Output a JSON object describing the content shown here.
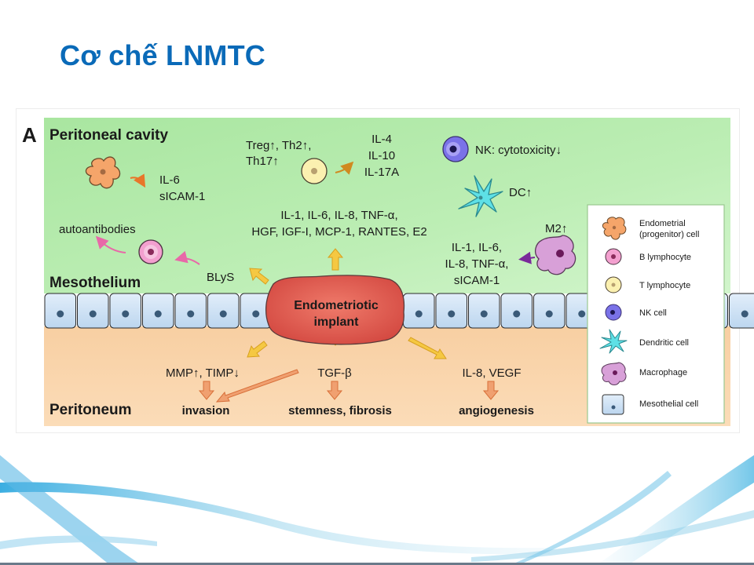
{
  "slide": {
    "title": "Cơ chế LNMTC"
  },
  "figure": {
    "panel_label": "A",
    "regions": {
      "peritoneal_cavity": "Peritoneal cavity",
      "mesothelium": "Mesothelium",
      "peritoneum": "Peritoneum"
    },
    "implant": {
      "line1": "Endometriotic",
      "line2": "implant"
    },
    "cavity_labels": {
      "endometrial_out_1": "IL-6",
      "endometrial_out_2": "sICAM-1",
      "t_cell_1": "Treg↑, Th2↑,",
      "t_cell_2": "Th17↑",
      "t_out_1": "IL-4",
      "t_out_2": "IL-10",
      "t_out_3": "IL-17A",
      "nk": "NK: cytotoxicity↓",
      "dc": "DC↑",
      "m2": "M2↑",
      "m2_out_1": "IL-1, IL-6,",
      "m2_out_2": "IL-8, TNF-α,",
      "m2_out_3": "sICAM-1",
      "implant_up_1": "IL-1, IL-6, IL-8, TNF-α,",
      "implant_up_2": "HGF, IGF-I, MCP-1, RANTES, E2",
      "autoantibodies": "autoantibodies",
      "blys": "BLyS"
    },
    "peritoneum_labels": {
      "mmp": "MMP↑, TIMP↓",
      "invasion": "invasion",
      "tgf": "TGF-β",
      "stemness": "stemness, fibrosis",
      "il8vegf": "IL-8, VEGF",
      "angiogenesis": "angiogenesis"
    },
    "legend": [
      {
        "icon": "endometrial-cell-icon",
        "label_1": "Endometrial",
        "label_2": "(progenitor) cell"
      },
      {
        "icon": "b-lymphocyte-icon",
        "label_1": "B lymphocyte",
        "label_2": ""
      },
      {
        "icon": "t-lymphocyte-icon",
        "label_1": "T lymphocyte",
        "label_2": ""
      },
      {
        "icon": "nk-cell-icon",
        "label_1": "NK cell",
        "label_2": ""
      },
      {
        "icon": "dendritic-cell-icon",
        "label_1": "Dendritic cell",
        "label_2": ""
      },
      {
        "icon": "macrophage-icon",
        "label_1": "Macrophage",
        "label_2": ""
      },
      {
        "icon": "mesothelial-cell-icon",
        "label_1": "Mesothelial cell",
        "label_2": ""
      }
    ],
    "colors": {
      "cavity": "#b8ecb0",
      "peritoneum": "#f9d3a8",
      "mesothelial": "#cfe3f5",
      "implant": "#d9524a",
      "yellow_arrow": "#f5c842",
      "orange_arrow": "#f0956a",
      "title_blue": "#0a6ab8"
    }
  }
}
